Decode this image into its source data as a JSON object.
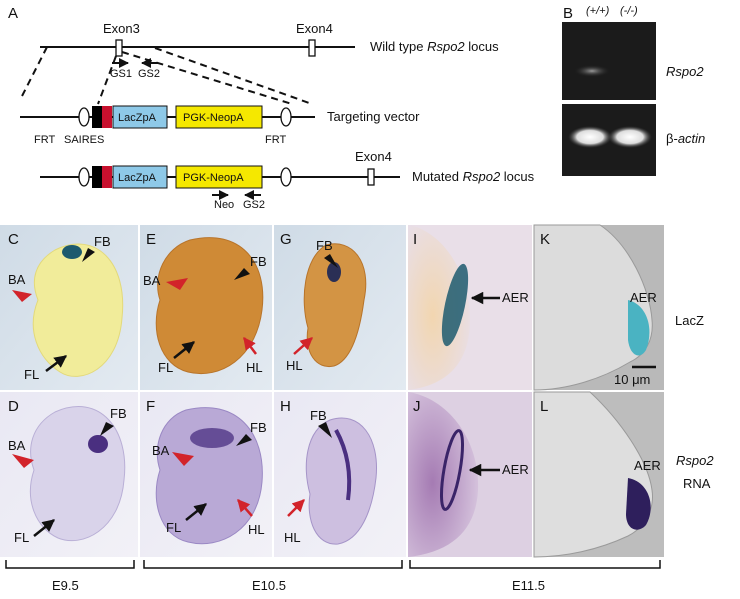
{
  "panel_letters": {
    "A": "A",
    "B": "B",
    "C": "C",
    "D": "D",
    "E": "E",
    "F": "F",
    "G": "G",
    "H": "H",
    "I": "I",
    "J": "J",
    "K": "K",
    "L": "L"
  },
  "diagram": {
    "exon3": "Exon3",
    "exon4_top": "Exon4",
    "exon4_bottom": "Exon4",
    "wild_type_prefix": "Wild type ",
    "wild_type_gene": "Rspo2",
    "wild_type_suffix": " locus",
    "gs1": "GS1",
    "gs2_top": "GS2",
    "lacz_top": "LacZpA",
    "neo_top": "PGK-NeopA",
    "frt_left": "FRT",
    "saires": "SAIRES",
    "frt_right": "FRT",
    "targeting_vector": "Targeting vector",
    "lacz_bottom": "LacZpA",
    "neo_bottom": "PGK-NeopA",
    "mutated_prefix": "Mutated ",
    "mutated_gene": "Rspo2",
    "mutated_suffix": " locus",
    "neo_primer": "Neo",
    "gs2_bottom": "GS2"
  },
  "gel": {
    "lane_wt": "(+/+)",
    "lane_ko": "(-/-)",
    "row1_label": "Rspo2",
    "row2_prefix": "β-",
    "row2_gene": "actin"
  },
  "photo_labels": {
    "C_FB": "FB",
    "C_BA": "BA",
    "C_FL": "FL",
    "D_FB": "FB",
    "D_BA": "BA",
    "D_FL": "FL",
    "E_BA": "BA",
    "E_FB": "FB",
    "E_FL": "FL",
    "E_HL": "HL",
    "F_BA": "BA",
    "F_FB": "FB",
    "F_FL": "FL",
    "F_HL": "HL",
    "G_FB": "FB",
    "G_HL": "HL",
    "H_FB": "FB",
    "H_HL": "HL",
    "I_AER": "AER",
    "J_AER": "AER",
    "K_AER": "AER",
    "L_AER": "AER",
    "scale": "10 μm"
  },
  "row_labels": {
    "lacz": "LacZ",
    "rna_gene": "Rspo2",
    "rna_word": "RNA"
  },
  "stages": {
    "e95": "E9.5",
    "e105": "E10.5",
    "e115": "E11.5"
  },
  "colors": {
    "neo_box": "#f5e800",
    "lacz_box": "#8ec9e8",
    "sa_red": "#c8102e",
    "arrow_red": "#d2232a",
    "arrow_black": "#111111",
    "lacz_bg": "#d9e4ee",
    "rna_bg": "#e7e6f2",
    "gel_bg": "#1a1a1a"
  }
}
